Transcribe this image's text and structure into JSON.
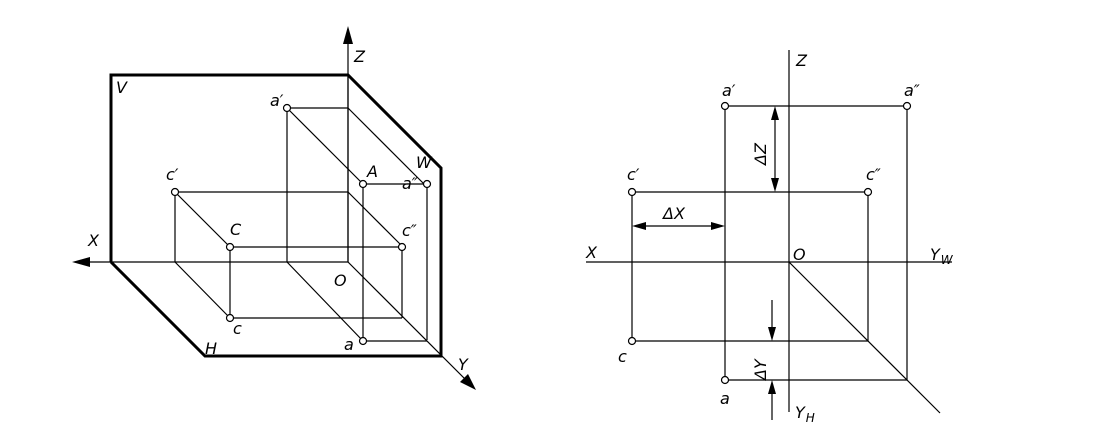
{
  "left_diagram": {
    "plane_v": "V",
    "plane_w": "W",
    "plane_h": "H",
    "axis_x": "X",
    "axis_y": "Y",
    "axis_z": "Z",
    "origin": "O",
    "point_A": "A",
    "point_a_h": "a",
    "point_a_v": "a′",
    "point_a_w": "a″",
    "point_C": "C",
    "point_c_h": "c",
    "point_c_v": "c′",
    "point_c_w": "c″"
  },
  "right_diagram": {
    "axis_x": "X",
    "axis_z": "Z",
    "axis_yw": "Y",
    "axis_yw_sub": "W",
    "axis_yh": "Y",
    "axis_yh_sub": "H",
    "origin": "O",
    "point_a_v": "a′",
    "point_a_w": "a″",
    "point_a_h": "a",
    "point_c_v": "c′",
    "point_c_w": "c″",
    "point_c_h": "c",
    "delta_x": "ΔX",
    "delta_y": "ΔY",
    "delta_z": "ΔZ"
  }
}
